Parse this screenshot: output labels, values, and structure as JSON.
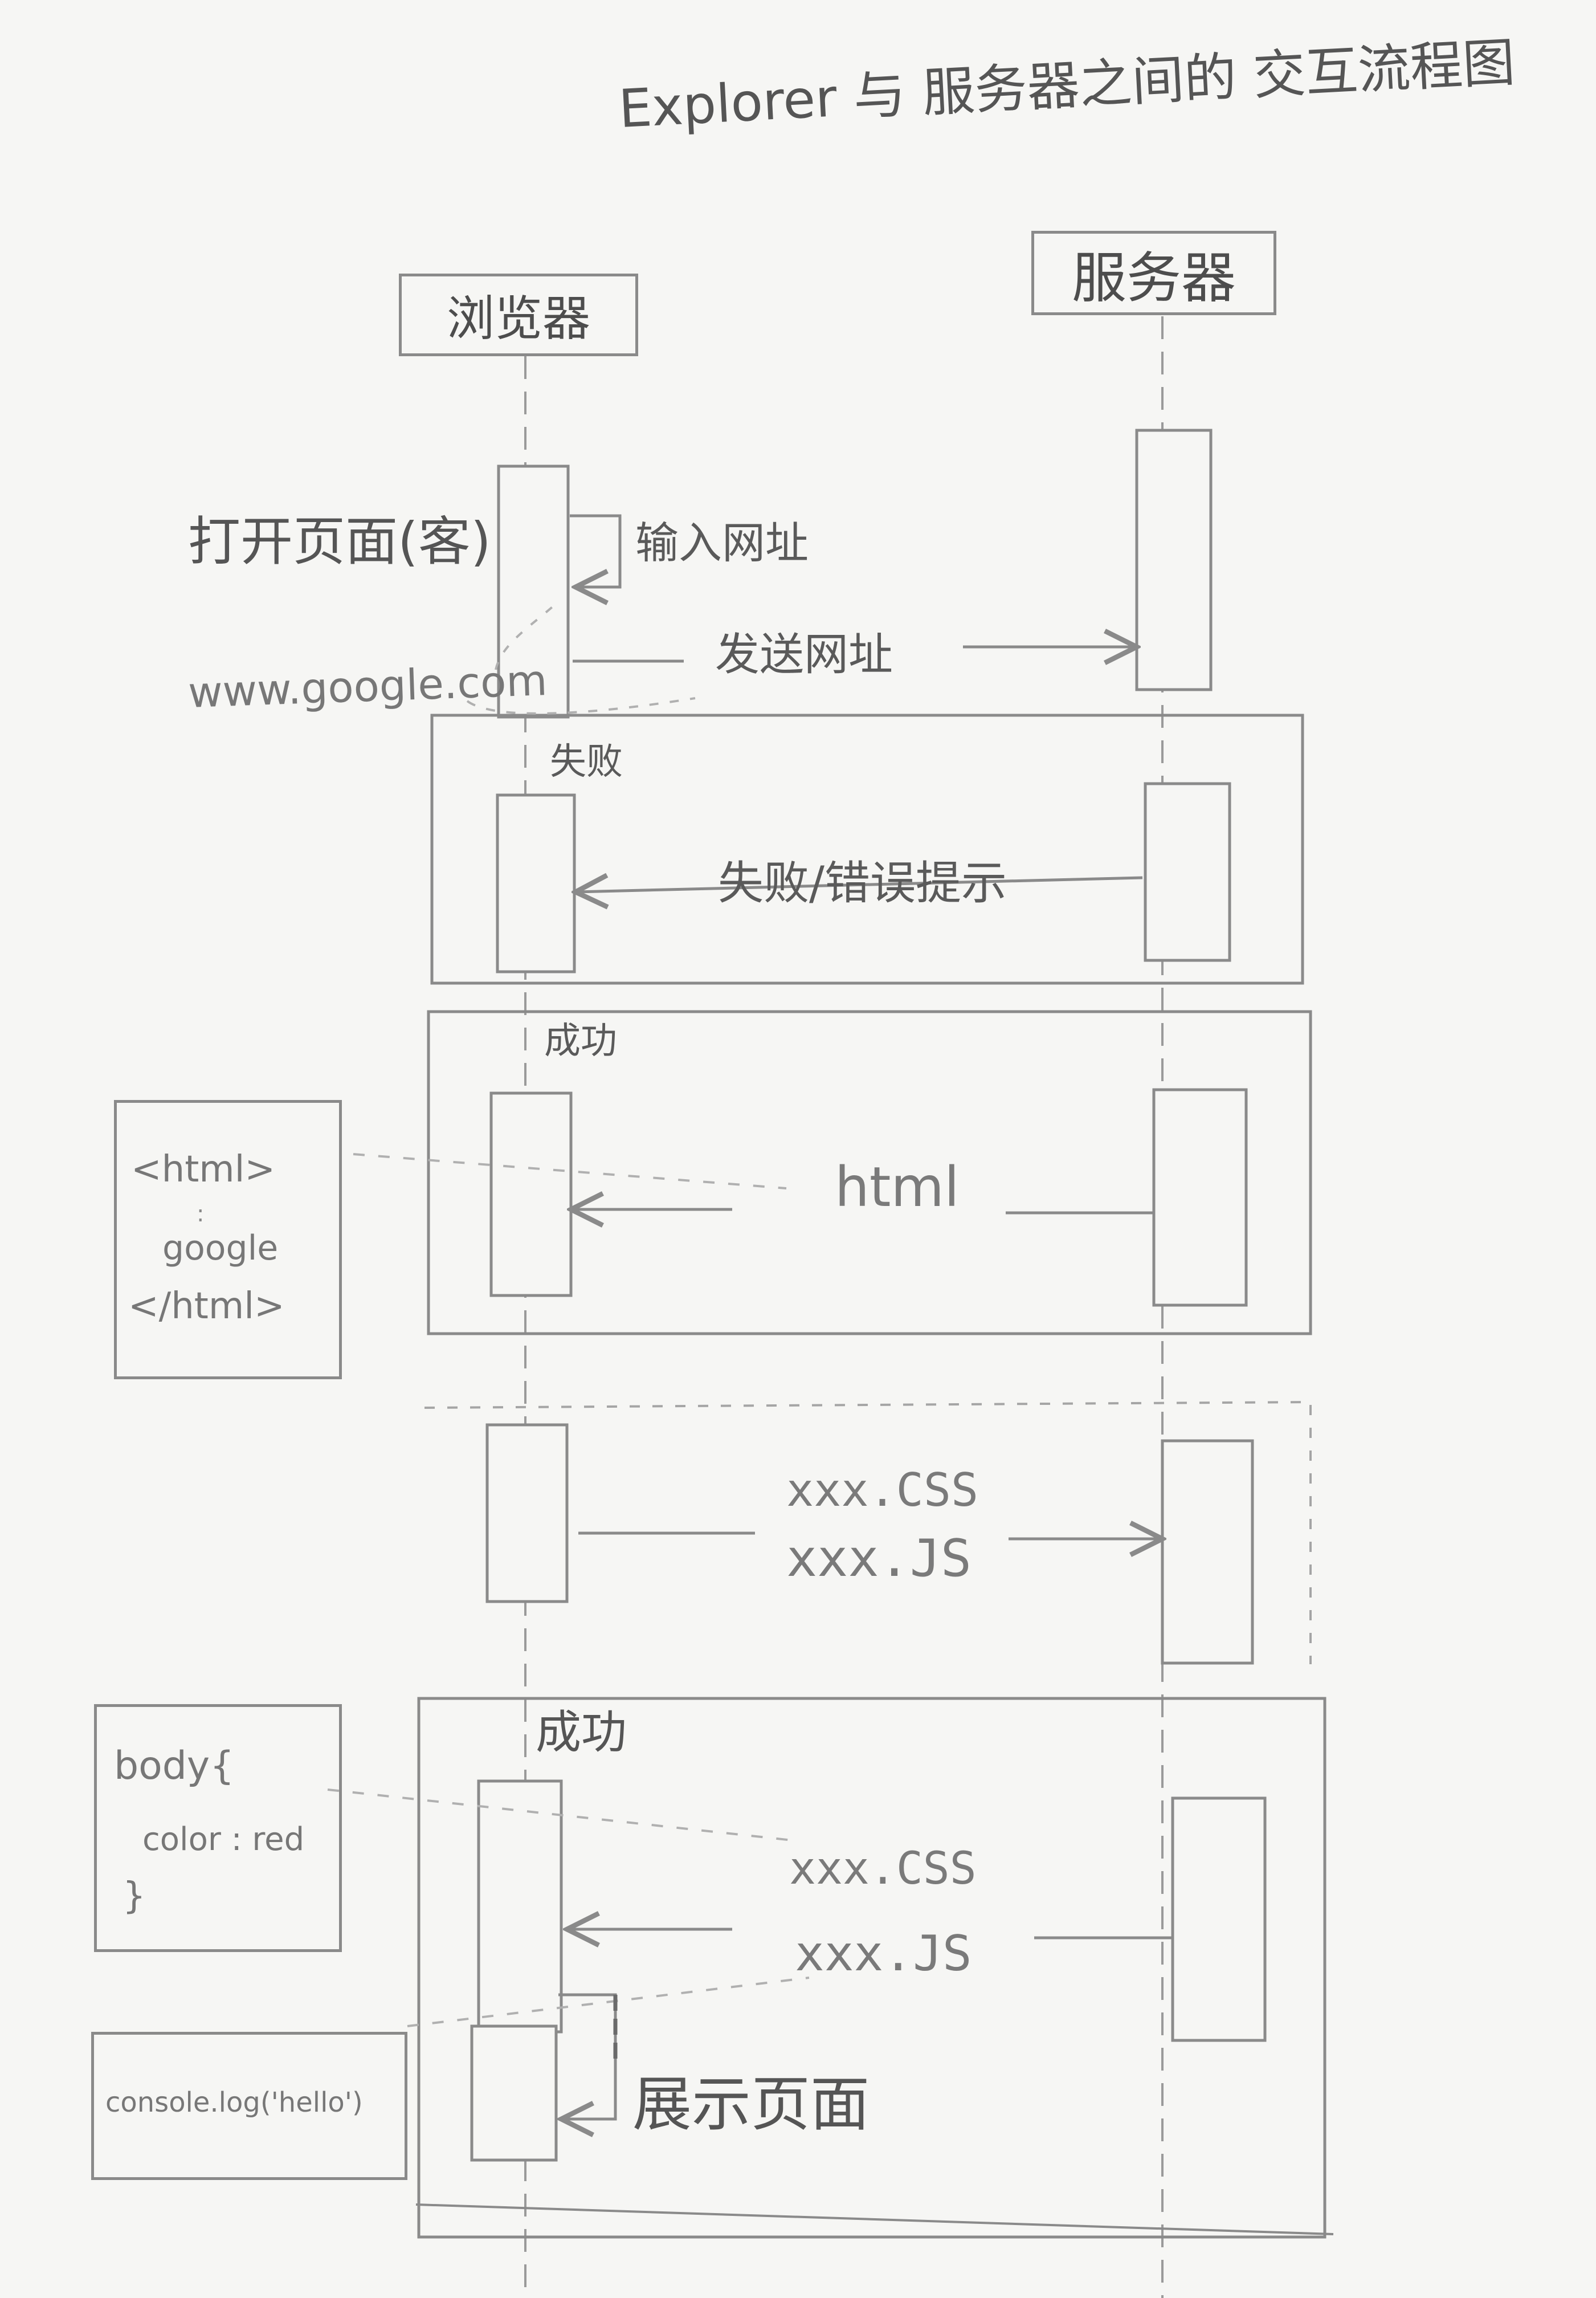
{
  "title": "Explorer 与 服务器之间的 交互流程图",
  "participants": {
    "browser": "浏览器",
    "server": "服务器"
  },
  "actions": {
    "open_page": "打开页面(客)",
    "url_value": "www.google.com",
    "input_url": "输入网址",
    "send_url": "发送网址"
  },
  "fragments": {
    "fail": {
      "label": "失败",
      "message": "失败/错误提示"
    },
    "success_html": {
      "label": "成功",
      "message": "html",
      "note": [
        "<html>",
        ":",
        "google",
        "</html>"
      ]
    },
    "request_assets": {
      "line1": "xxx.CSS",
      "line2": "xxx.JS"
    },
    "success_assets": {
      "label": "成功",
      "line1": "xxx.CSS",
      "line2": "xxx.JS",
      "note_css": [
        "body{",
        "color : red",
        "}"
      ],
      "note_js": "console.log('hello')",
      "render": "展示页面"
    }
  },
  "colors": {
    "ink": "#8a8a8a",
    "paper": "#f6f6f4"
  }
}
